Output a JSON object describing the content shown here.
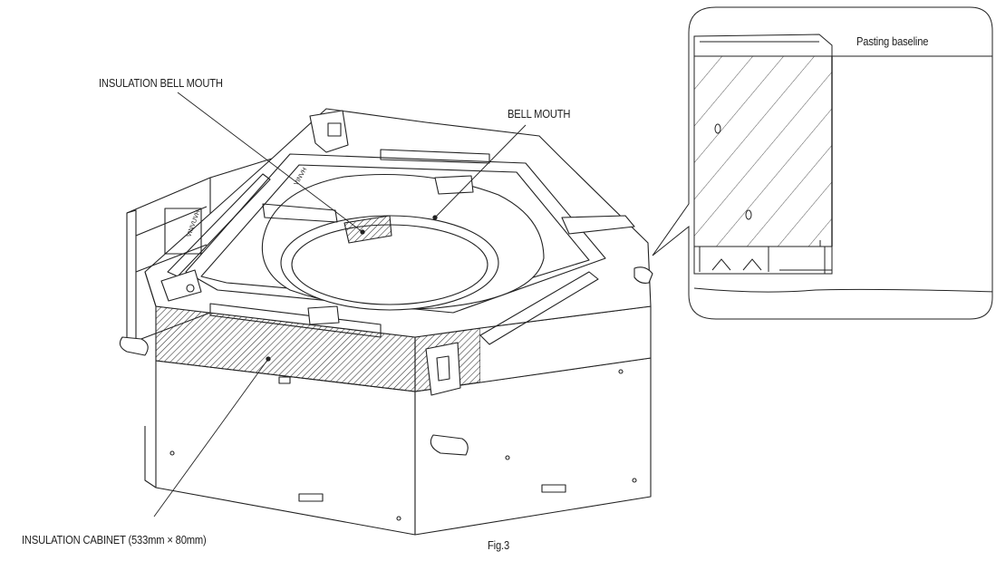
{
  "labels": {
    "insulation_bell_mouth": "INSULATION BELL MOUTH",
    "bell_mouth": "BELL MOUTH",
    "insulation_cabinet": "INSULATION CABINET (533mm × 80mm)",
    "pasting_baseline": "Pasting baseline",
    "figure_caption": "Fig.3"
  },
  "colors": {
    "line": "#222222",
    "hatch": "#3a3a3a",
    "background": "#ffffff"
  }
}
